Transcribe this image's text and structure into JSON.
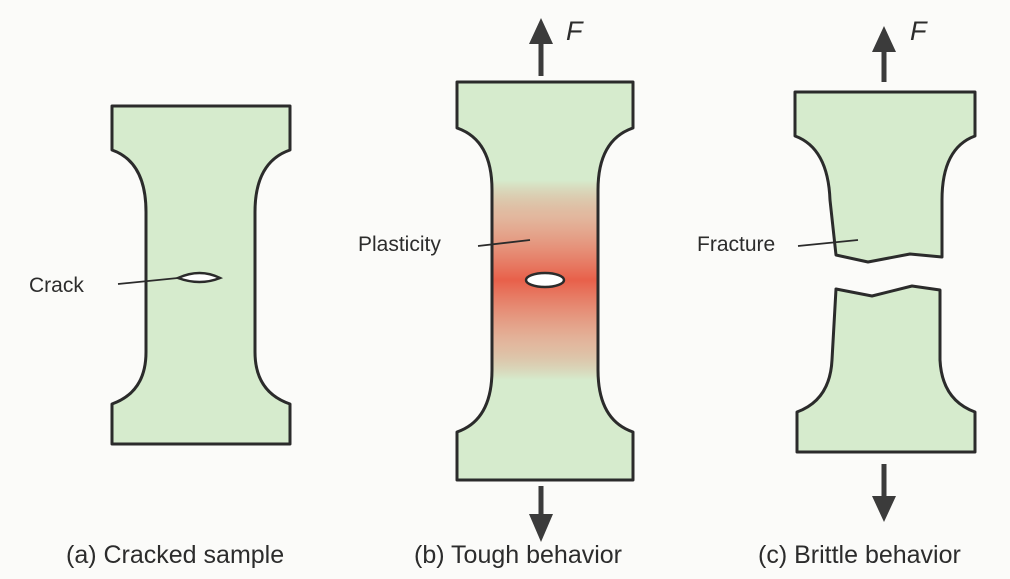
{
  "diagram": {
    "colors": {
      "specimen_fill": "#d6ebcd",
      "outline": "#2b2b2b",
      "plastic_zone": "#e8604a",
      "arrow": "#3b3b3b"
    },
    "panels": [
      {
        "caption": "(a) Cracked sample",
        "callout": "Crack"
      },
      {
        "caption": "(b) Tough behavior",
        "callout": "Plasticity",
        "force_label": "F"
      },
      {
        "caption": "(c) Brittle behavior",
        "callout": "Fracture",
        "force_label": "F"
      }
    ]
  }
}
